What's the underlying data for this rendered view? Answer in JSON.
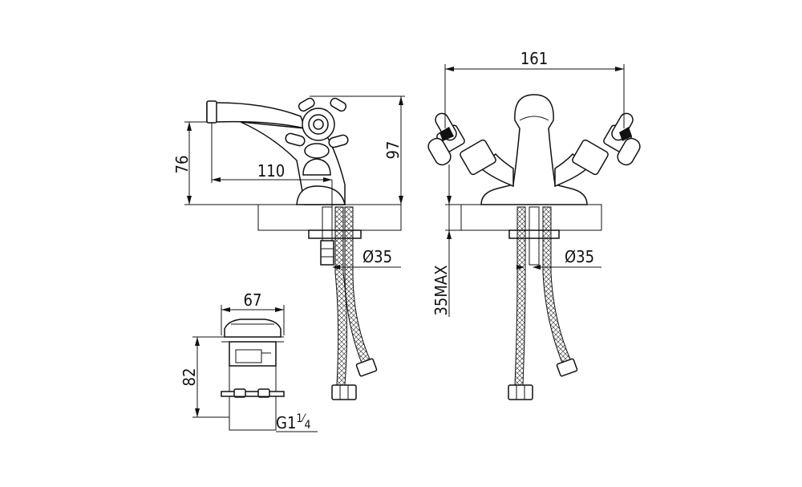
{
  "side_view": {
    "dim_width": "110",
    "dim_spout_height": "76",
    "dim_total_height": "97",
    "dim_hole_diameter": "Ø35"
  },
  "front_view": {
    "dim_width": "161",
    "dim_hole_diameter": "Ø35",
    "dim_deck_thickness": "35MAX"
  },
  "drain": {
    "dim_diameter": "67",
    "dim_height": "82",
    "thread_main": "G1",
    "thread_num": "1",
    "thread_den": "4"
  }
}
